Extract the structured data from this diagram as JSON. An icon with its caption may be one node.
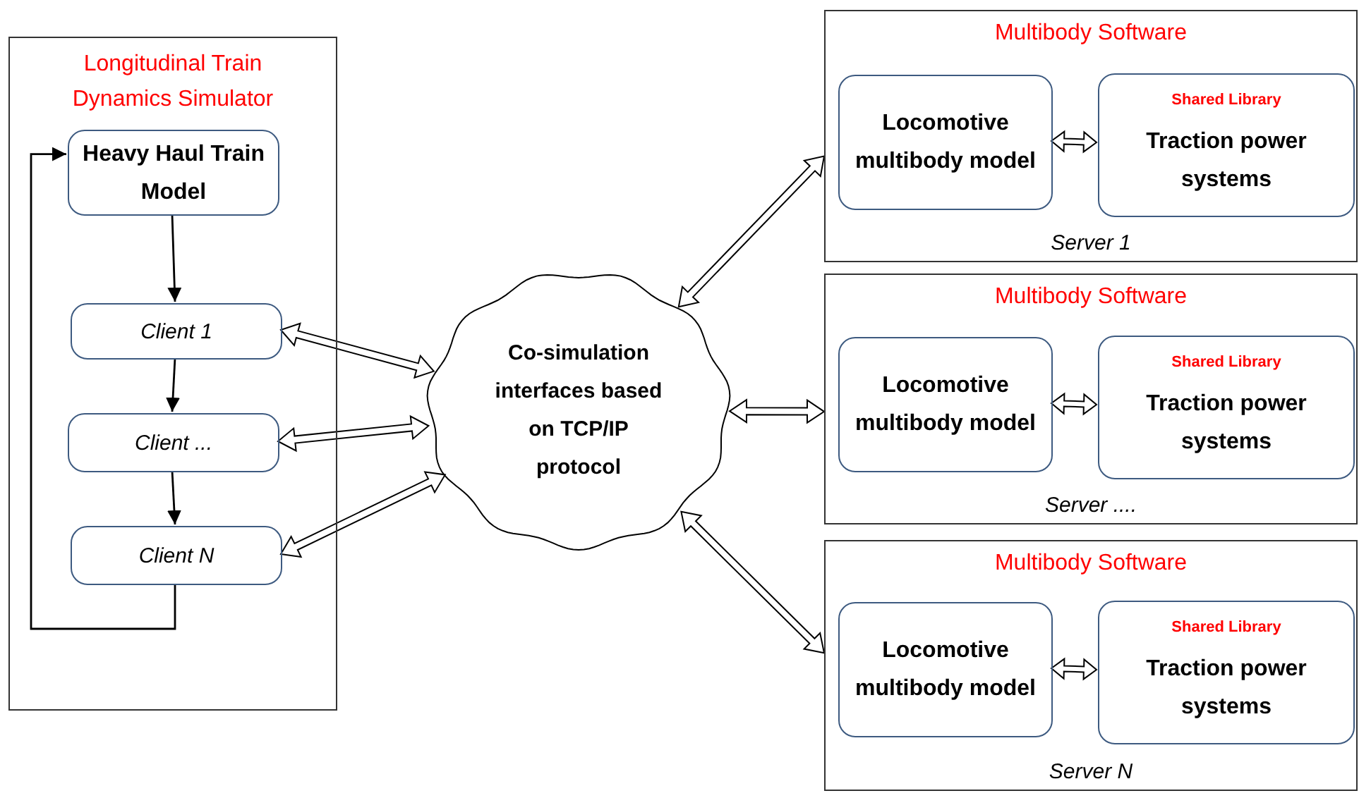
{
  "diagram": {
    "nodes": [
      {
        "text": [
          "Longitudinal Train Dynamics Simulator"
        ]
      },
      {
        "text": [
          "Heavy Haul Train Model"
        ],
        "in": 0
      },
      {
        "text": [
          "Client 1"
        ],
        "in": 0
      },
      {
        "text": [
          "Client ..."
        ],
        "in": 0
      },
      {
        "text": [
          "Client N"
        ],
        "in": 0
      },
      {
        "text": [
          "Co-simulation interfaces based on TCP/IP protocol"
        ]
      },
      {
        "text": [
          "Multibody Software",
          "Server 1"
        ]
      },
      {
        "text": [
          "Locomotive multibody model"
        ],
        "in": 6
      },
      {
        "text": [
          "Shared Library",
          "Traction power systems"
        ],
        "in": 6
      },
      {
        "text": [
          "Multibody Software",
          "Server ...."
        ]
      },
      {
        "text": [
          "Locomotive multibody model"
        ],
        "in": 9
      },
      {
        "text": [
          "Shared Library",
          "Traction power systems"
        ],
        "in": 9
      },
      {
        "text": [
          "Multibody Software",
          "Server N"
        ]
      },
      {
        "text": [
          "Locomotive multibody model"
        ],
        "in": 12
      },
      {
        "text": [
          "Shared Library",
          "Traction power systems"
        ],
        "in": 12
      }
    ],
    "edges": [
      {
        "from": 1,
        "to": 2,
        "arrow": "to"
      },
      {
        "from": 2,
        "to": 3,
        "arrow": "to"
      },
      {
        "from": 3,
        "to": 4,
        "arrow": "to"
      },
      {
        "from": 4,
        "to": 1,
        "arrow": "to"
      },
      {
        "from": 2,
        "to": 5,
        "arrow": "both",
        "style": "thick"
      },
      {
        "from": 3,
        "to": 5,
        "arrow": "both",
        "style": "thick"
      },
      {
        "from": 4,
        "to": 5,
        "arrow": "both",
        "style": "thick"
      },
      {
        "from": 5,
        "to": 6,
        "arrow": "both",
        "style": "thick"
      },
      {
        "from": 5,
        "to": 9,
        "arrow": "both",
        "style": "thick"
      },
      {
        "from": 5,
        "to": 12,
        "arrow": "both",
        "style": "thick"
      },
      {
        "from": 7,
        "to": 8,
        "arrow": "both",
        "style": "thick"
      },
      {
        "from": 10,
        "to": 11,
        "arrow": "both",
        "style": "thick"
      },
      {
        "from": 13,
        "to": 14,
        "arrow": "both",
        "style": "thick"
      }
    ]
  }
}
